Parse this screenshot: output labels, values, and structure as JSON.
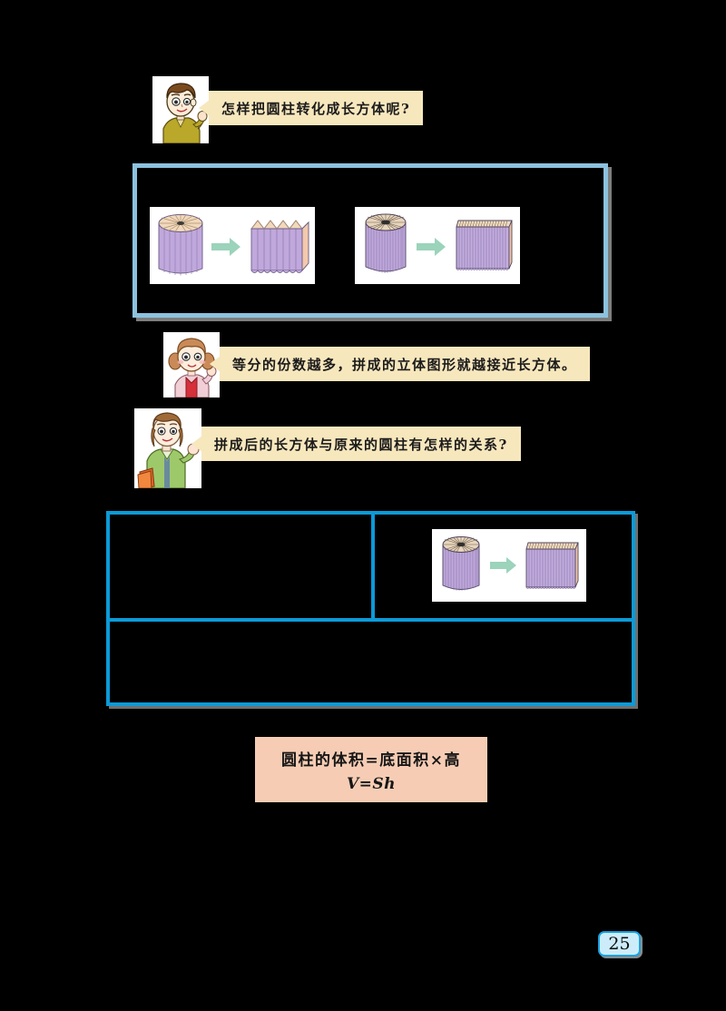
{
  "page": {
    "number": "25",
    "background_color": "#000000"
  },
  "bubbles": [
    {
      "id": "boy-question",
      "speaker": "boy-student",
      "text": "怎样把圆柱转化成长方体呢?",
      "bubble_color": "#f7e7bd"
    },
    {
      "id": "girl-statement",
      "speaker": "girl-student",
      "text": "等分的份数越多，拼成的立体图形就越接近长方体。",
      "bubble_color": "#f7e7bd"
    },
    {
      "id": "teacher-question",
      "speaker": "teacher",
      "text": "拼成后的长方体与原来的圆柱有怎样的关系?",
      "bubble_color": "#8cc2de"
    }
  ],
  "illustration_box": {
    "border_color": "#8cc2de",
    "panels": [
      {
        "id": "panel-16-segments",
        "cylinder_segments": 16,
        "result_shape": "approximate-rectangular-prism",
        "arrow_color": "#9bd3bb",
        "cylinder_color": "#bfa9d9"
      },
      {
        "id": "panel-32-segments",
        "cylinder_segments": 32,
        "result_shape": "closer-rectangular-prism",
        "arrow_color": "#9bd3bb",
        "cylinder_color": "#bfa9d9"
      }
    ]
  },
  "table": {
    "border_color": "#0c9ad7",
    "rows": [
      {
        "left_cell_text": "",
        "right_cell_illustration": {
          "id": "panel-table-32-segments",
          "cylinder_segments": 32,
          "arrow_color": "#9bd3bb",
          "cylinder_color": "#bfa9d9"
        }
      },
      {
        "full_width_text": ""
      }
    ]
  },
  "formula": {
    "background_color": "#f6cdb4",
    "line1": "圆柱的体积=底面积×高",
    "line2": "V=Sh"
  }
}
